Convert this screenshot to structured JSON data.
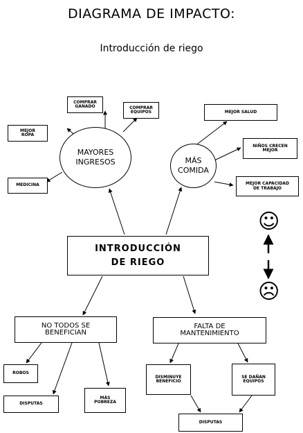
{
  "title": "DIAGRAMA DE IMPACTO:",
  "subtitle": "Introducción de riego",
  "central": "INTRODUCCIÓN\nDE RIEGO",
  "positive": {
    "hub_left": "MAYORES\nINGRESOS",
    "hub_right": "MÁS\nCOMIDA",
    "comprar_ganado": "COMPRAR\nGANADO",
    "comprar_equipos": "COMPRAR\nEQUIPOS",
    "mejor_ropa": "MEJOR\nROPA",
    "medicina": "MEDICINA",
    "mejor_salud": "MEJOR SALUD",
    "ninos_crecen": "NIÑOS CRECEN\nMEJOR",
    "capacidad_trabajo": "MEJOR CAPACIDAD\nDE TRABAJO"
  },
  "negative": {
    "no_todos": "NO TODOS SE\nBENEFICIAN",
    "falta_mantenimiento": "FALTA DE\nMANTENIMIENTO",
    "robos": "ROBOS",
    "disputas_left": "DISPUTAS",
    "mas_pobreza": "MÁS\nPOBREZA",
    "disminuye_beneficio": "DISMINUYE\nBENEFICIO",
    "se_danan_equipos": "SE DAÑAN\nEQUIPOS",
    "disputas_bottom": "DISPUTAS"
  },
  "legend": {
    "happy_face": "☺",
    "sad_face": "☹"
  }
}
